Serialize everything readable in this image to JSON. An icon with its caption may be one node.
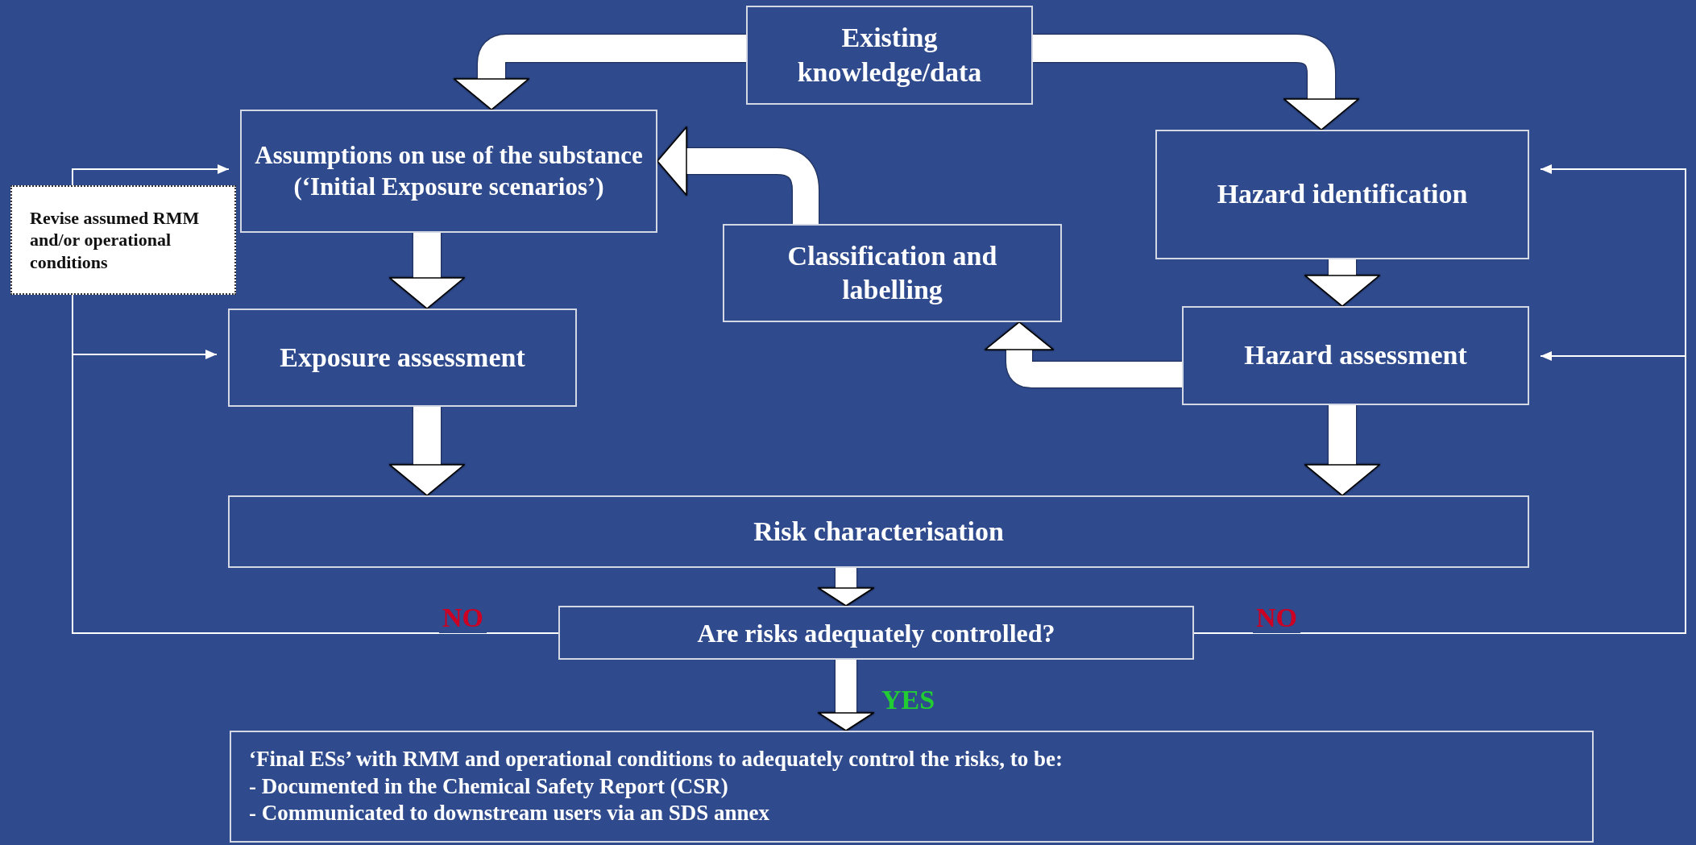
{
  "diagram": {
    "nodes": [
      {
        "text": [
          "Existing knowledge/data"
        ]
      },
      {
        "text": [
          "Assumptions on use of the substance (‘Initial Exposure scenarios’)"
        ]
      },
      {
        "text": [
          "Hazard identification"
        ]
      },
      {
        "text": [
          "Revise assumed RMM and/or operational conditions"
        ]
      },
      {
        "text": [
          "Classification and labelling"
        ]
      },
      {
        "text": [
          "Exposure assessment"
        ]
      },
      {
        "text": [
          "Hazard assessment"
        ]
      },
      {
        "text": [
          "Risk characterisation"
        ]
      },
      {
        "text": [
          "Are risks adequately controlled?"
        ]
      },
      {
        "text": [
          "‘Final ESs’ with RMM and operational conditions to adequately control the risks, to be:",
          "- Documented in the Chemical Safety Report (CSR)",
          "- Communicated to downstream users via an SDS annex"
        ]
      }
    ],
    "edges": [
      {
        "from": 0,
        "to": 1,
        "arrow": "to"
      },
      {
        "from": 0,
        "to": 2,
        "arrow": "to"
      },
      {
        "from": 2,
        "to": 6,
        "arrow": "to"
      },
      {
        "from": 6,
        "to": 4,
        "arrow": "to"
      },
      {
        "from": 4,
        "to": 1,
        "arrow": "to"
      },
      {
        "from": 1,
        "to": 5,
        "arrow": "to"
      },
      {
        "from": 5,
        "to": 7,
        "arrow": "to"
      },
      {
        "from": 6,
        "to": 7,
        "arrow": "to"
      },
      {
        "from": 7,
        "to": 8,
        "arrow": "to"
      },
      {
        "from": 8,
        "to": 9,
        "arrow": "to",
        "label": "YES"
      },
      {
        "from": 8,
        "to": 5,
        "arrow": "to",
        "label": "NO"
      },
      {
        "from": 8,
        "to": 3,
        "arrow": "none"
      },
      {
        "from": 3,
        "to": 1,
        "arrow": "to"
      },
      {
        "from": 8,
        "to": 6,
        "arrow": "to",
        "label": "NO"
      },
      {
        "from": 8,
        "to": 2,
        "arrow": "to"
      }
    ]
  }
}
